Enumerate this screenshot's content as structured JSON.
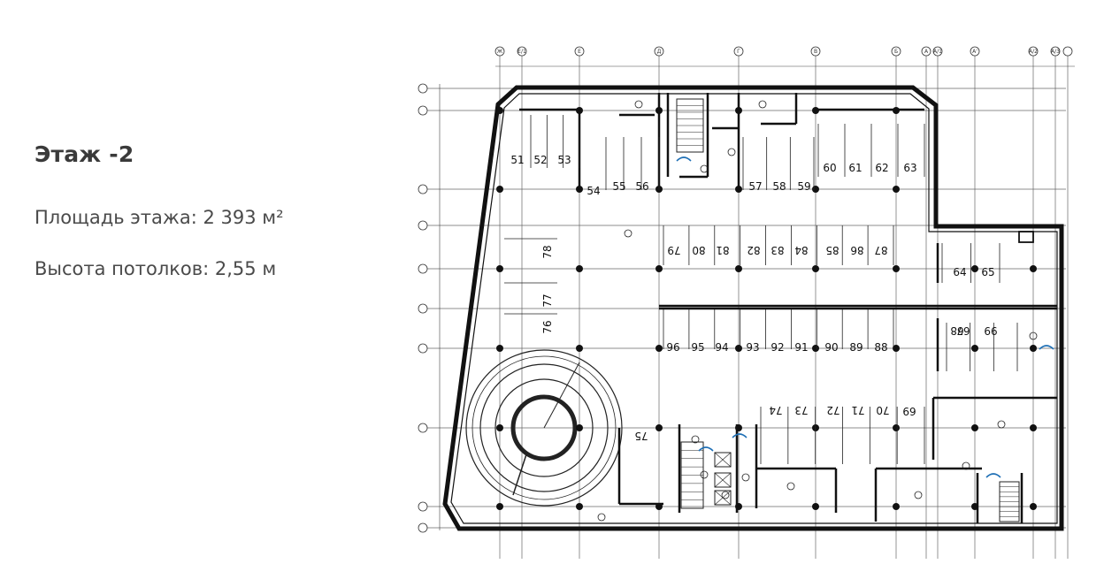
{
  "floor": {
    "title": "Этаж -2",
    "area": "Площадь этажа: 2 393 м²",
    "height": "Высота потолков: 2,55 м"
  },
  "plan": {
    "spots_upright": [
      "51",
      "52",
      "53",
      "54",
      "55",
      "56",
      "57",
      "58",
      "59",
      "60",
      "61",
      "62",
      "63",
      "64",
      "65",
      "88",
      "89",
      "90",
      "91",
      "92",
      "93",
      "94",
      "95",
      "96",
      "69",
      "77",
      "76",
      "78"
    ],
    "spots_rotated": [
      "79",
      "80",
      "81",
      "82",
      "83",
      "84",
      "85",
      "86",
      "87",
      "99",
      "67",
      "68",
      "70",
      "71",
      "72",
      "73",
      "74",
      "75"
    ],
    "axis_letters": [
      "Ж",
      "Е/1",
      "Е",
      "Д",
      "Г",
      "В",
      "Б",
      "А",
      "А/1",
      "А'",
      "А/2",
      "А/3"
    ],
    "colors": {
      "wall": "#111111",
      "line": "#222222",
      "grid": "#666666",
      "accent": "#1e6fb5"
    }
  }
}
